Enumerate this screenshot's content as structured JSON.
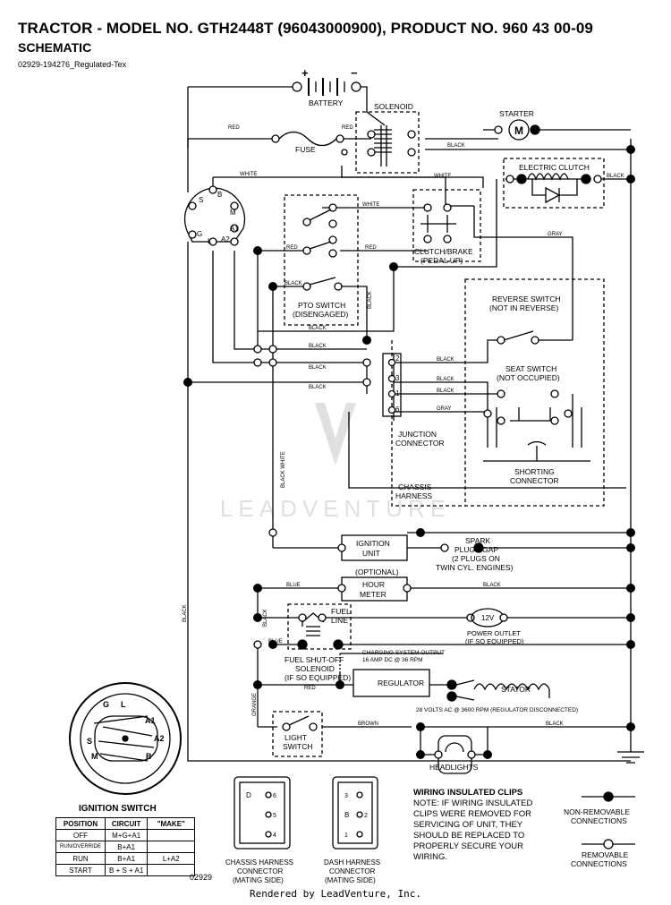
{
  "header": {
    "title": "TRACTOR - MODEL NO. GTH2448T (96043000900), PRODUCT NO. 960 43 00-09",
    "subtitle": "SCHEMATIC",
    "doc_id": "02929-194276_Regulated-Tex"
  },
  "labels": {
    "battery": "BATTERY",
    "battery_plus": "+",
    "battery_minus": "−",
    "solenoid": "SOLENOID",
    "starter": "STARTER",
    "motor": "M",
    "fuse": "FUSE",
    "electric_clutch": "ELECTRIC CLUTCH",
    "clutch_brake_1": "CLUTCH/BRAKE",
    "clutch_brake_2": "(PEDAL UP)",
    "pto_switch_1": "PTO SWITCH",
    "pto_switch_2": "(DISENGAGED)",
    "reverse_switch_1": "REVERSE SWITCH",
    "reverse_switch_2": "(NOT IN REVERSE)",
    "seat_switch_1": "SEAT SWITCH",
    "seat_switch_2": "(NOT OCCUPIED)",
    "junction_1": "JUNCTION",
    "junction_2": "CONNECTOR",
    "chassis_harness_1": "CHASSIS",
    "chassis_harness_2": "HARNESS",
    "shorting_1": "SHORTING",
    "shorting_2": "CONNECTOR",
    "ignition_unit_1": "IGNITION",
    "ignition_unit_2": "UNIT",
    "spark_1": "SPARK",
    "spark_2": "PLUGS GAP",
    "spark_3": "(2 PLUGS ON",
    "spark_4": "TWIN CYL. ENGINES)",
    "optional": "(OPTIONAL)",
    "hour_meter_1": "HOUR",
    "hour_meter_2": "METER",
    "fuel_line_1": "FUEL",
    "fuel_line_2": "LINE",
    "power_outlet_volt": "12V",
    "power_outlet_1": "POWER OUTLET",
    "power_outlet_2": "(IF SO EQUIPPED)",
    "fuel_solenoid_1": "FUEL SHUT-OFF",
    "fuel_solenoid_2": "SOLENOID",
    "fuel_solenoid_3": "(IF SO EQUIPPED)",
    "charging_1": "CHARGING SYSTEM OUTPUT",
    "charging_2": "16 AMP DC @ 36 RPM",
    "regulator": "REGULATOR",
    "stator": "STATOR",
    "stator_output": "28 VOLTS AC @ 3600 RPM (REGULATOR DISCONNECTED)",
    "light_switch_1": "LIGHT",
    "light_switch_2": "SWITCH",
    "headlights": "HEADLIGHTS",
    "ignition_switch": "IGNITION SWITCH",
    "chassis_conn_1": "CHASSIS HARNESS",
    "chassis_conn_2": "CONNECTOR",
    "chassis_conn_3": "(MATING SIDE)",
    "dash_conn_1": "DASH HARNESS",
    "dash_conn_2": "CONNECTOR",
    "dash_conn_3": "(MATING SIDE)",
    "clips_title": "WIRING INSULATED CLIPS",
    "clips_1": "NOTE: IF WIRING INSULATED",
    "clips_2": "CLIPS WERE REMOVED FOR",
    "clips_3": "SERVICING OF UNIT, THEY",
    "clips_4": "SHOULD BE REPLACED TO",
    "clips_5": "PROPERLY SECURE YOUR",
    "clips_6": "WIRING.",
    "nonremovable_1": "NON-REMOVABLE",
    "nonremovable_2": "CONNECTIONS",
    "removable_1": "REMOVABLE",
    "removable_2": "CONNECTIONS",
    "sheet": "02929",
    "watermark": "LEADVENTURE",
    "footer": "Rendered by LeadVenture, Inc."
  },
  "wire_colors": {
    "red": "RED",
    "black": "BLACK",
    "white": "WHITE",
    "gray": "GRAY",
    "blue": "BLUE",
    "orange": "ORANGE",
    "brown": "BROWN",
    "black_white": "BLACK WHITE"
  },
  "terminals": {
    "ign_B": "B",
    "ign_S": "S",
    "ign_M": "M",
    "ign_G": "G",
    "ign_L": "L",
    "ign_A1": "A1",
    "ign_A2": "A2",
    "junction_2": "2",
    "junction_3": "3",
    "junction_1": "1",
    "junction_6": "6",
    "conn_d": "D",
    "conn_3": "3",
    "conn_6": "6",
    "conn_2": "2",
    "conn_5": "5",
    "conn_1": "1",
    "conn_4": "4",
    "conn_b": "B",
    "key_G": "G",
    "key_L": "L",
    "key_S": "S",
    "key_M": "M",
    "key_B": "B",
    "key_A1": "A1",
    "key_A2": "A2"
  },
  "ignition_table": {
    "headers": [
      "POSITION",
      "CIRCUIT",
      "\"MAKE\""
    ],
    "rows": [
      [
        "OFF",
        "M+G+A1",
        ""
      ],
      [
        "RUN/OVERRIDE",
        "B+A1",
        ""
      ],
      [
        "RUN",
        "B+A1",
        "L+A2"
      ],
      [
        "START",
        "B + S + A1",
        ""
      ]
    ]
  }
}
